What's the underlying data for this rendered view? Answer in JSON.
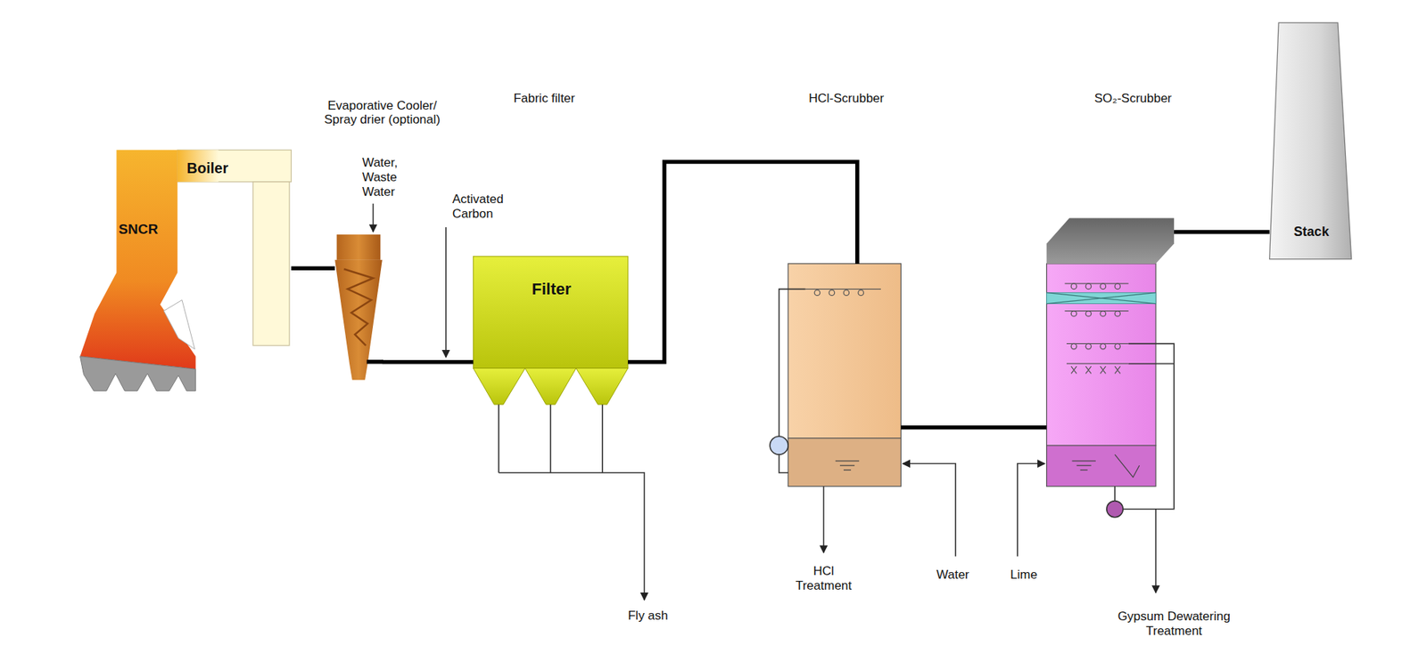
{
  "diagram": {
    "nodes": [
      {
        "text": [
          "Boiler",
          "SNCR"
        ]
      },
      {
        "text": [
          "Evaporative Cooler/ Spray drier (optional)"
        ]
      },
      {
        "text": [
          "Fabric filter",
          "Filter"
        ]
      },
      {
        "text": [
          "HCl-Scrubber"
        ]
      },
      {
        "text": [
          "SO₂-Scrubber"
        ]
      },
      {
        "text": [
          "Stack"
        ]
      }
    ],
    "edges": [
      {
        "from": 0,
        "to": 1,
        "arrow": "none"
      },
      {
        "from": 1,
        "to": 2,
        "arrow": "none"
      },
      {
        "from": 2,
        "to": 3,
        "arrow": "none"
      },
      {
        "from": 3,
        "to": 4,
        "arrow": "none"
      },
      {
        "from": 4,
        "to": 5,
        "arrow": "none"
      }
    ],
    "labels": [
      "Water, Waste Water",
      "Activated Carbon",
      "Fly ash",
      "HCl Treatment",
      "Water",
      "Lime",
      "Gypsum Dewatering Treatment"
    ]
  }
}
